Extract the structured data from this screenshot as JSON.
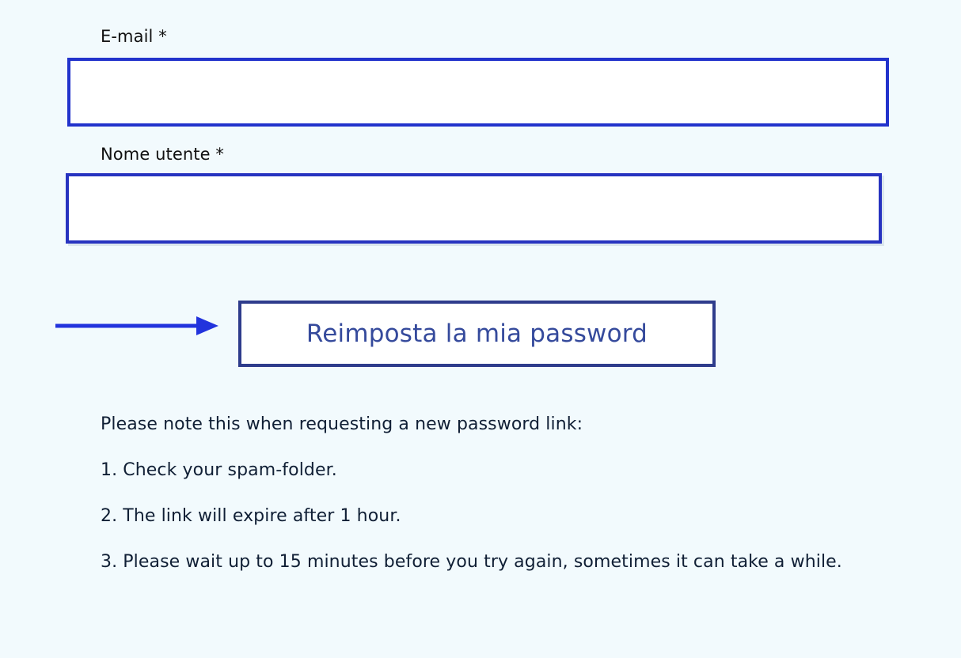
{
  "theme": {
    "background": "#f2fafd",
    "field_border": "#2233cc",
    "field_border_alt": "#2733c0",
    "button_border": "#2e3c8c",
    "button_text": "#354a9c",
    "arrow_color": "#2233dd",
    "label_text": "#111111",
    "body_text": "#101f35"
  },
  "form": {
    "fields": [
      {
        "name": "email",
        "label": "E-mail *",
        "value": "",
        "placeholder": ""
      },
      {
        "name": "username",
        "label": "Nome utente *",
        "value": "",
        "placeholder": ""
      }
    ],
    "submit_label": "Reimposta la mia password"
  },
  "annotation": {
    "arrow_icon": "arrow-right-icon"
  },
  "notes": {
    "intro": "Please note this when requesting a new password link:",
    "items": [
      "1. Check your spam-folder.",
      "2. The link will expire after 1 hour.",
      "3. Please wait up to 15 minutes before you try again, sometimes it can take a while."
    ]
  }
}
